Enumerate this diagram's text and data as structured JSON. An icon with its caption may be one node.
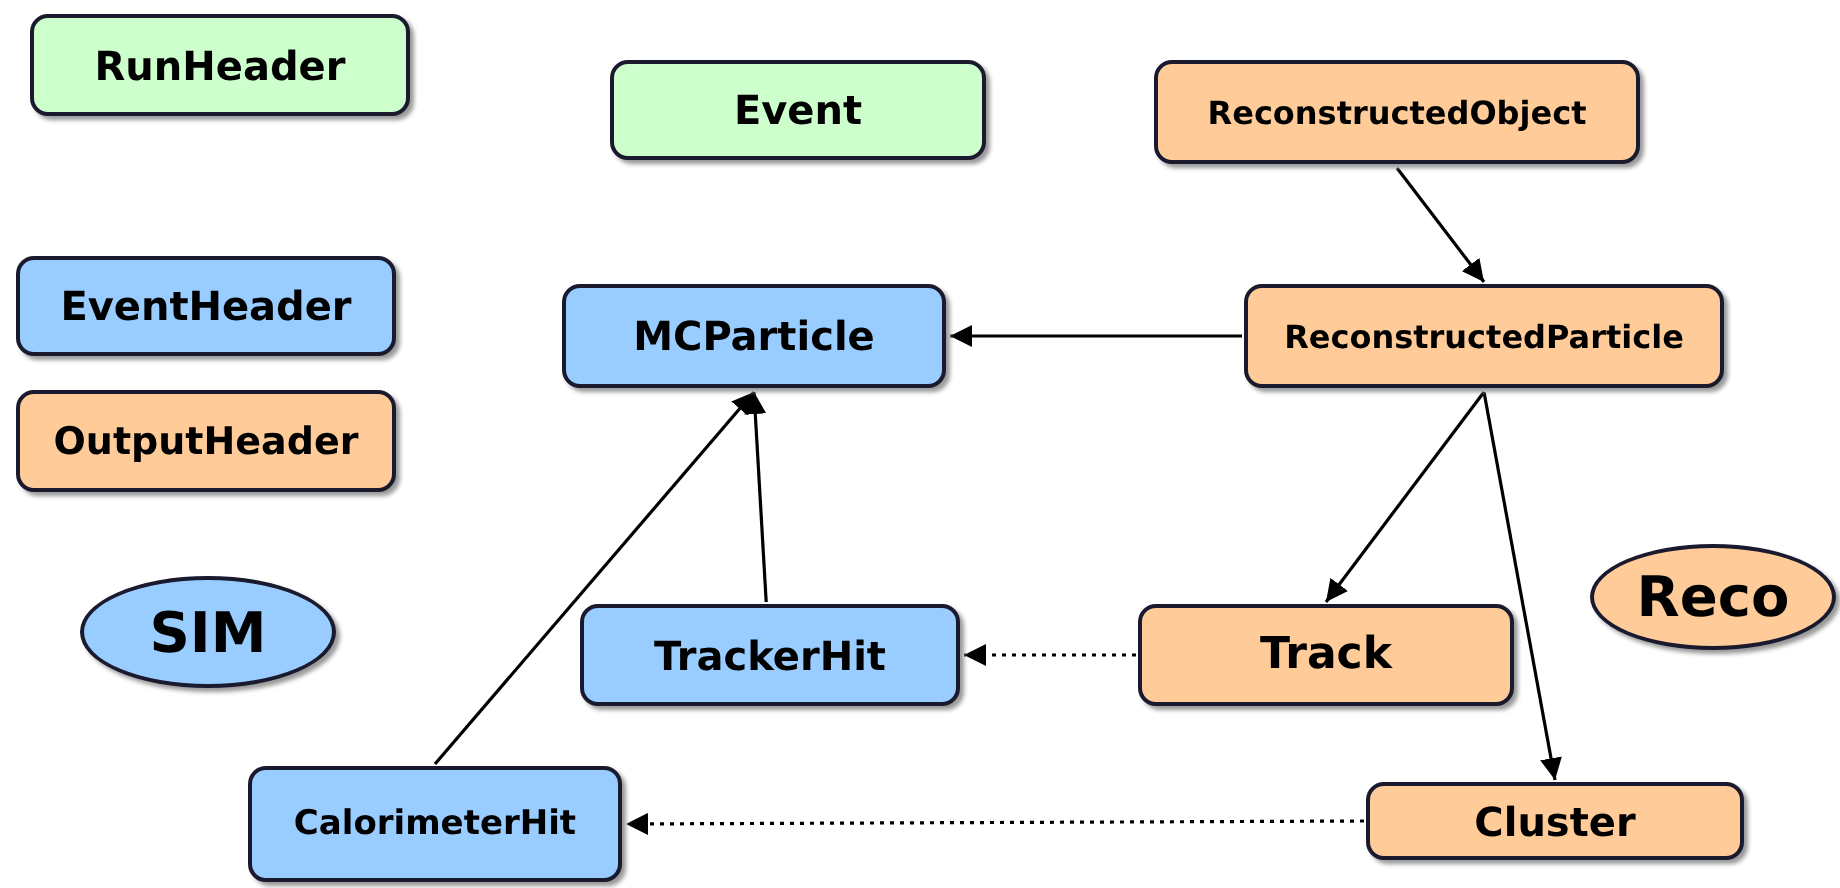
{
  "diagram": {
    "nodes": [
      {
        "text": [
          "RunHeader"
        ]
      },
      {
        "text": [
          "Event"
        ]
      },
      {
        "text": [
          "ReconstructedObject"
        ]
      },
      {
        "text": [
          "EventHeader"
        ]
      },
      {
        "text": [
          "MCParticle"
        ]
      },
      {
        "text": [
          "ReconstructedParticle"
        ]
      },
      {
        "text": [
          "OutputHeader"
        ]
      },
      {
        "text": [
          "SIM"
        ]
      },
      {
        "text": [
          "Reco"
        ]
      },
      {
        "text": [
          "TrackerHit"
        ]
      },
      {
        "text": [
          "Track"
        ]
      },
      {
        "text": [
          "CalorimeterHit"
        ]
      },
      {
        "text": [
          "Cluster"
        ]
      }
    ],
    "edges": [
      {
        "from": 2,
        "to": 5,
        "arrow": "to"
      },
      {
        "from": 5,
        "to": 4,
        "arrow": "to"
      },
      {
        "from": 5,
        "to": 10,
        "arrow": "to"
      },
      {
        "from": 5,
        "to": 12,
        "arrow": "to"
      },
      {
        "from": 9,
        "to": 4,
        "arrow": "to"
      },
      {
        "from": 11,
        "to": 4,
        "arrow": "to"
      },
      {
        "from": 10,
        "to": 9,
        "arrow": "to",
        "style": "dashed"
      },
      {
        "from": 12,
        "to": 11,
        "arrow": "to",
        "style": "dashed"
      }
    ]
  }
}
